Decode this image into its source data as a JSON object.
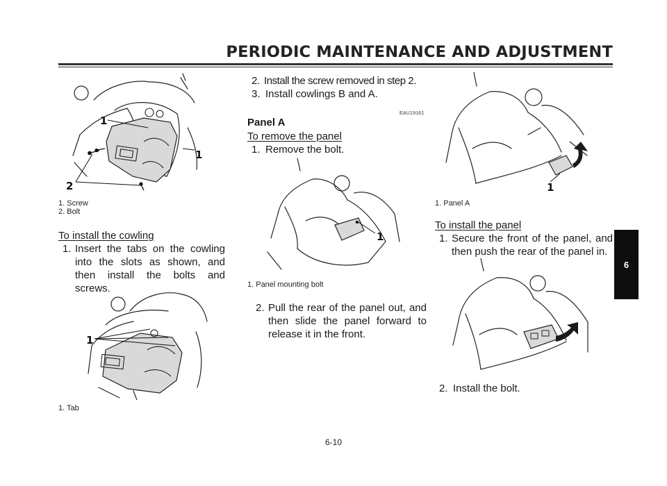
{
  "header": {
    "title": "PERIODIC MAINTENANCE AND ADJUSTMENT",
    "chapter_tab": "6"
  },
  "left": {
    "figure1": {
      "callouts": [
        "1",
        "1",
        "2"
      ],
      "captions": [
        "1. Screw",
        "2. Bolt"
      ]
    },
    "install_heading": "To install the cowling",
    "step1": {
      "num": "1.",
      "text": "Insert the tabs on the cowling into the slots as shown, and then install the bolts and screws."
    },
    "figure2": {
      "callouts": [
        "1"
      ],
      "captions": [
        "1. Tab"
      ]
    }
  },
  "middle": {
    "step2": {
      "num": "2.",
      "text": "Install the screw removed in step 2."
    },
    "step3": {
      "num": "3.",
      "text": "Install cowlings B and A."
    },
    "code": "EAU19161",
    "section_title": "Panel A",
    "remove_heading": "To remove the panel",
    "rstep1": {
      "num": "1.",
      "text": "Remove the bolt."
    },
    "figure3": {
      "callouts": [
        "1"
      ],
      "captions": [
        "1. Panel mounting bolt"
      ]
    },
    "rstep2": {
      "num": "2.",
      "text": "Pull the rear of the panel out, and then slide the panel forward to release it in the front."
    }
  },
  "right": {
    "figure4": {
      "callouts": [
        "1"
      ],
      "captions": [
        "1. Panel A"
      ]
    },
    "install_heading": "To install the panel",
    "istep1": {
      "num": "1.",
      "text": "Secure the front of the panel, and then push the rear of the panel in."
    },
    "istep2": {
      "num": "2.",
      "text": "Install the bolt."
    }
  },
  "footer": {
    "page_number": "6-10"
  }
}
